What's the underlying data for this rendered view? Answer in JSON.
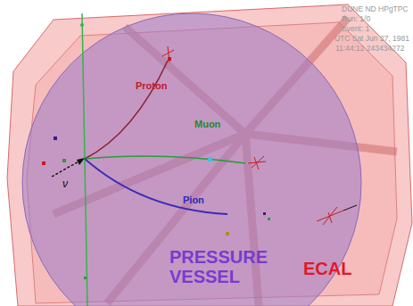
{
  "diagram": {
    "labels": [
      "DUNE ND HPgTPC",
      "Run: 1/0",
      "Event: 1",
      "UTC Sat Jun 27, 1981",
      "11:44:12 243434272",
      "Proton",
      "Muon",
      "Pion",
      "ν",
      "PRESSURE VESSEL",
      "ECAL"
    ]
  }
}
